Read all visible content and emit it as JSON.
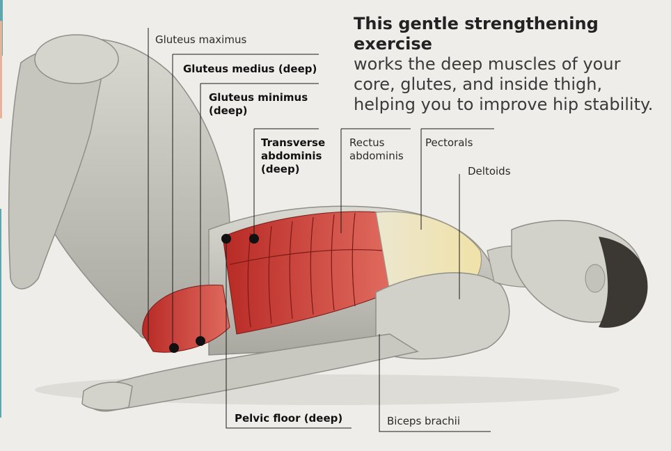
{
  "intro": {
    "bold_text": "This gentle strengthening exercise",
    "body_text": "works the deep muscles of your core, glutes, and inside thigh, helping you to improve hip stability."
  },
  "labels": {
    "gluteus_maximus": "Gluteus maximus",
    "gluteus_medius": "Gluteus medius (deep)",
    "gluteus_minimus": "Gluteus minimus (deep)",
    "transverse_abdominis": "Transverse abdominis (deep)",
    "rectus_abdominis": "Rectus abdominis",
    "pectorals": "Pectorals",
    "deltoids": "Deltoids",
    "pelvic_floor": "Pelvic floor (deep)",
    "biceps_brachii": "Biceps brachii"
  },
  "colors": {
    "background": "#eeede9",
    "skin": "#cbcac2",
    "muscle": "#c8322c",
    "muscle_light": "#e0625a",
    "hair": "#3b3733",
    "leader": "#1a1a1a"
  }
}
